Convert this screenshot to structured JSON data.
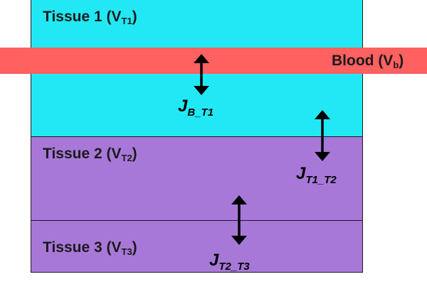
{
  "colors": {
    "tissue1": "#22E8F5",
    "tissue2": "#A878D8",
    "tissue3": "#A878D8",
    "blood": "#FF6060",
    "arrow": "#000000"
  },
  "regions": {
    "tissue1": {
      "name": "Tissue 1 (V",
      "sub": "T1",
      "close": ")"
    },
    "blood": {
      "name": "Blood (V",
      "sub": "b",
      "close": ")"
    },
    "tissue2": {
      "name": "Tissue 2 (V",
      "sub": "T2",
      "close": ")"
    },
    "tissue3": {
      "name": "Tissue 3 (V",
      "sub": "T3",
      "close": ")"
    }
  },
  "fluxes": {
    "blood_t1": {
      "symbol": "J",
      "sub": "B_T1"
    },
    "t1_t2": {
      "symbol": "J",
      "sub": "T1_T2"
    },
    "t2_t3": {
      "symbol": "J",
      "sub": "T2_T3"
    }
  },
  "arrows": [
    {
      "id": "blood_t1",
      "direction": "bidirectional"
    },
    {
      "id": "t1_t2",
      "direction": "bidirectional"
    },
    {
      "id": "t2_t3",
      "direction": "bidirectional"
    }
  ]
}
